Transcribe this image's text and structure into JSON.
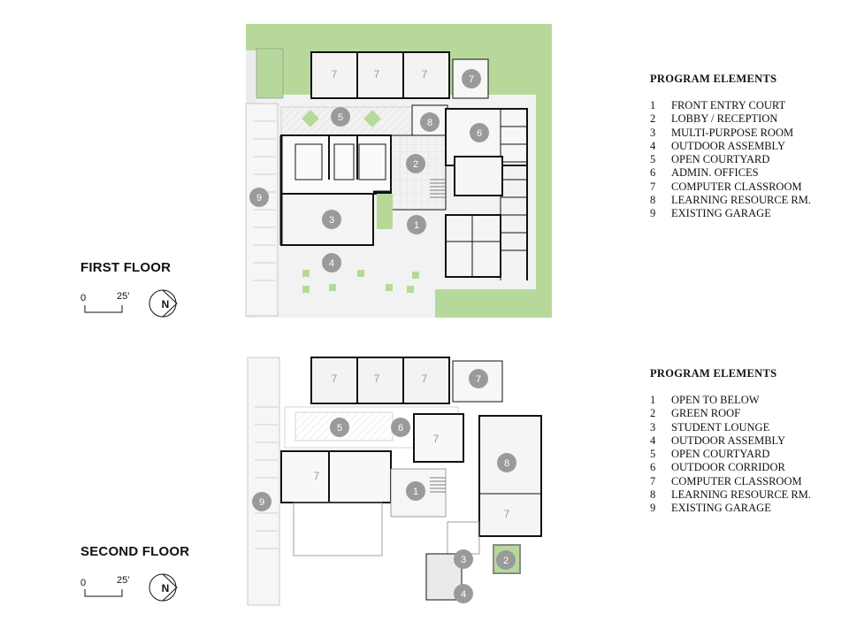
{
  "floors": [
    {
      "title": "FIRST FLOOR",
      "scale_start": "0",
      "scale_end": "25'",
      "north": "N",
      "legend_title": "PROGRAM ELEMENTS",
      "legend": [
        {
          "num": "1",
          "label": "FRONT ENTRY COURT"
        },
        {
          "num": "2",
          "label": "LOBBY / RECEPTION"
        },
        {
          "num": "3",
          "label": "MULTI-PURPOSE ROOM"
        },
        {
          "num": "4",
          "label": "OUTDOOR ASSEMBLY"
        },
        {
          "num": "5",
          "label": "OPEN COURTYARD"
        },
        {
          "num": "6",
          "label": "ADMIN. OFFICES"
        },
        {
          "num": "7",
          "label": "COMPUTER CLASSROOM"
        },
        {
          "num": "8",
          "label": "LEARNING RESOURCE RM."
        },
        {
          "num": "9",
          "label": "EXISTING GARAGE"
        }
      ],
      "plan_labels": [
        "7",
        "7",
        "7",
        "7",
        "5",
        "8",
        "6",
        "2",
        "9",
        "3",
        "1",
        "4"
      ]
    },
    {
      "title": "SECOND FLOOR",
      "scale_start": "0",
      "scale_end": "25'",
      "north": "N",
      "legend_title": "PROGRAM ELEMENTS",
      "legend": [
        {
          "num": "1",
          "label": "OPEN TO BELOW"
        },
        {
          "num": "2",
          "label": "GREEN ROOF"
        },
        {
          "num": "3",
          "label": "STUDENT LOUNGE"
        },
        {
          "num": "4",
          "label": "OUTDOOR ASSEMBLY"
        },
        {
          "num": "5",
          "label": "OPEN COURTYARD"
        },
        {
          "num": "6",
          "label": "OUTDOOR CORRIDOR"
        },
        {
          "num": "7",
          "label": "COMPUTER CLASSROOM"
        },
        {
          "num": "8",
          "label": "LEARNING RESOURCE RM."
        },
        {
          "num": "9",
          "label": "EXISTING GARAGE"
        }
      ],
      "plan_labels": [
        "7",
        "7",
        "7",
        "7",
        "5",
        "6",
        "7",
        "7",
        "8",
        "1",
        "9",
        "7",
        "3",
        "2",
        "4"
      ]
    }
  ],
  "colors": {
    "grass": "#b6d99b",
    "marker": "#9a9a9a",
    "wall": "#111111",
    "paving": "#e9e9e9"
  }
}
